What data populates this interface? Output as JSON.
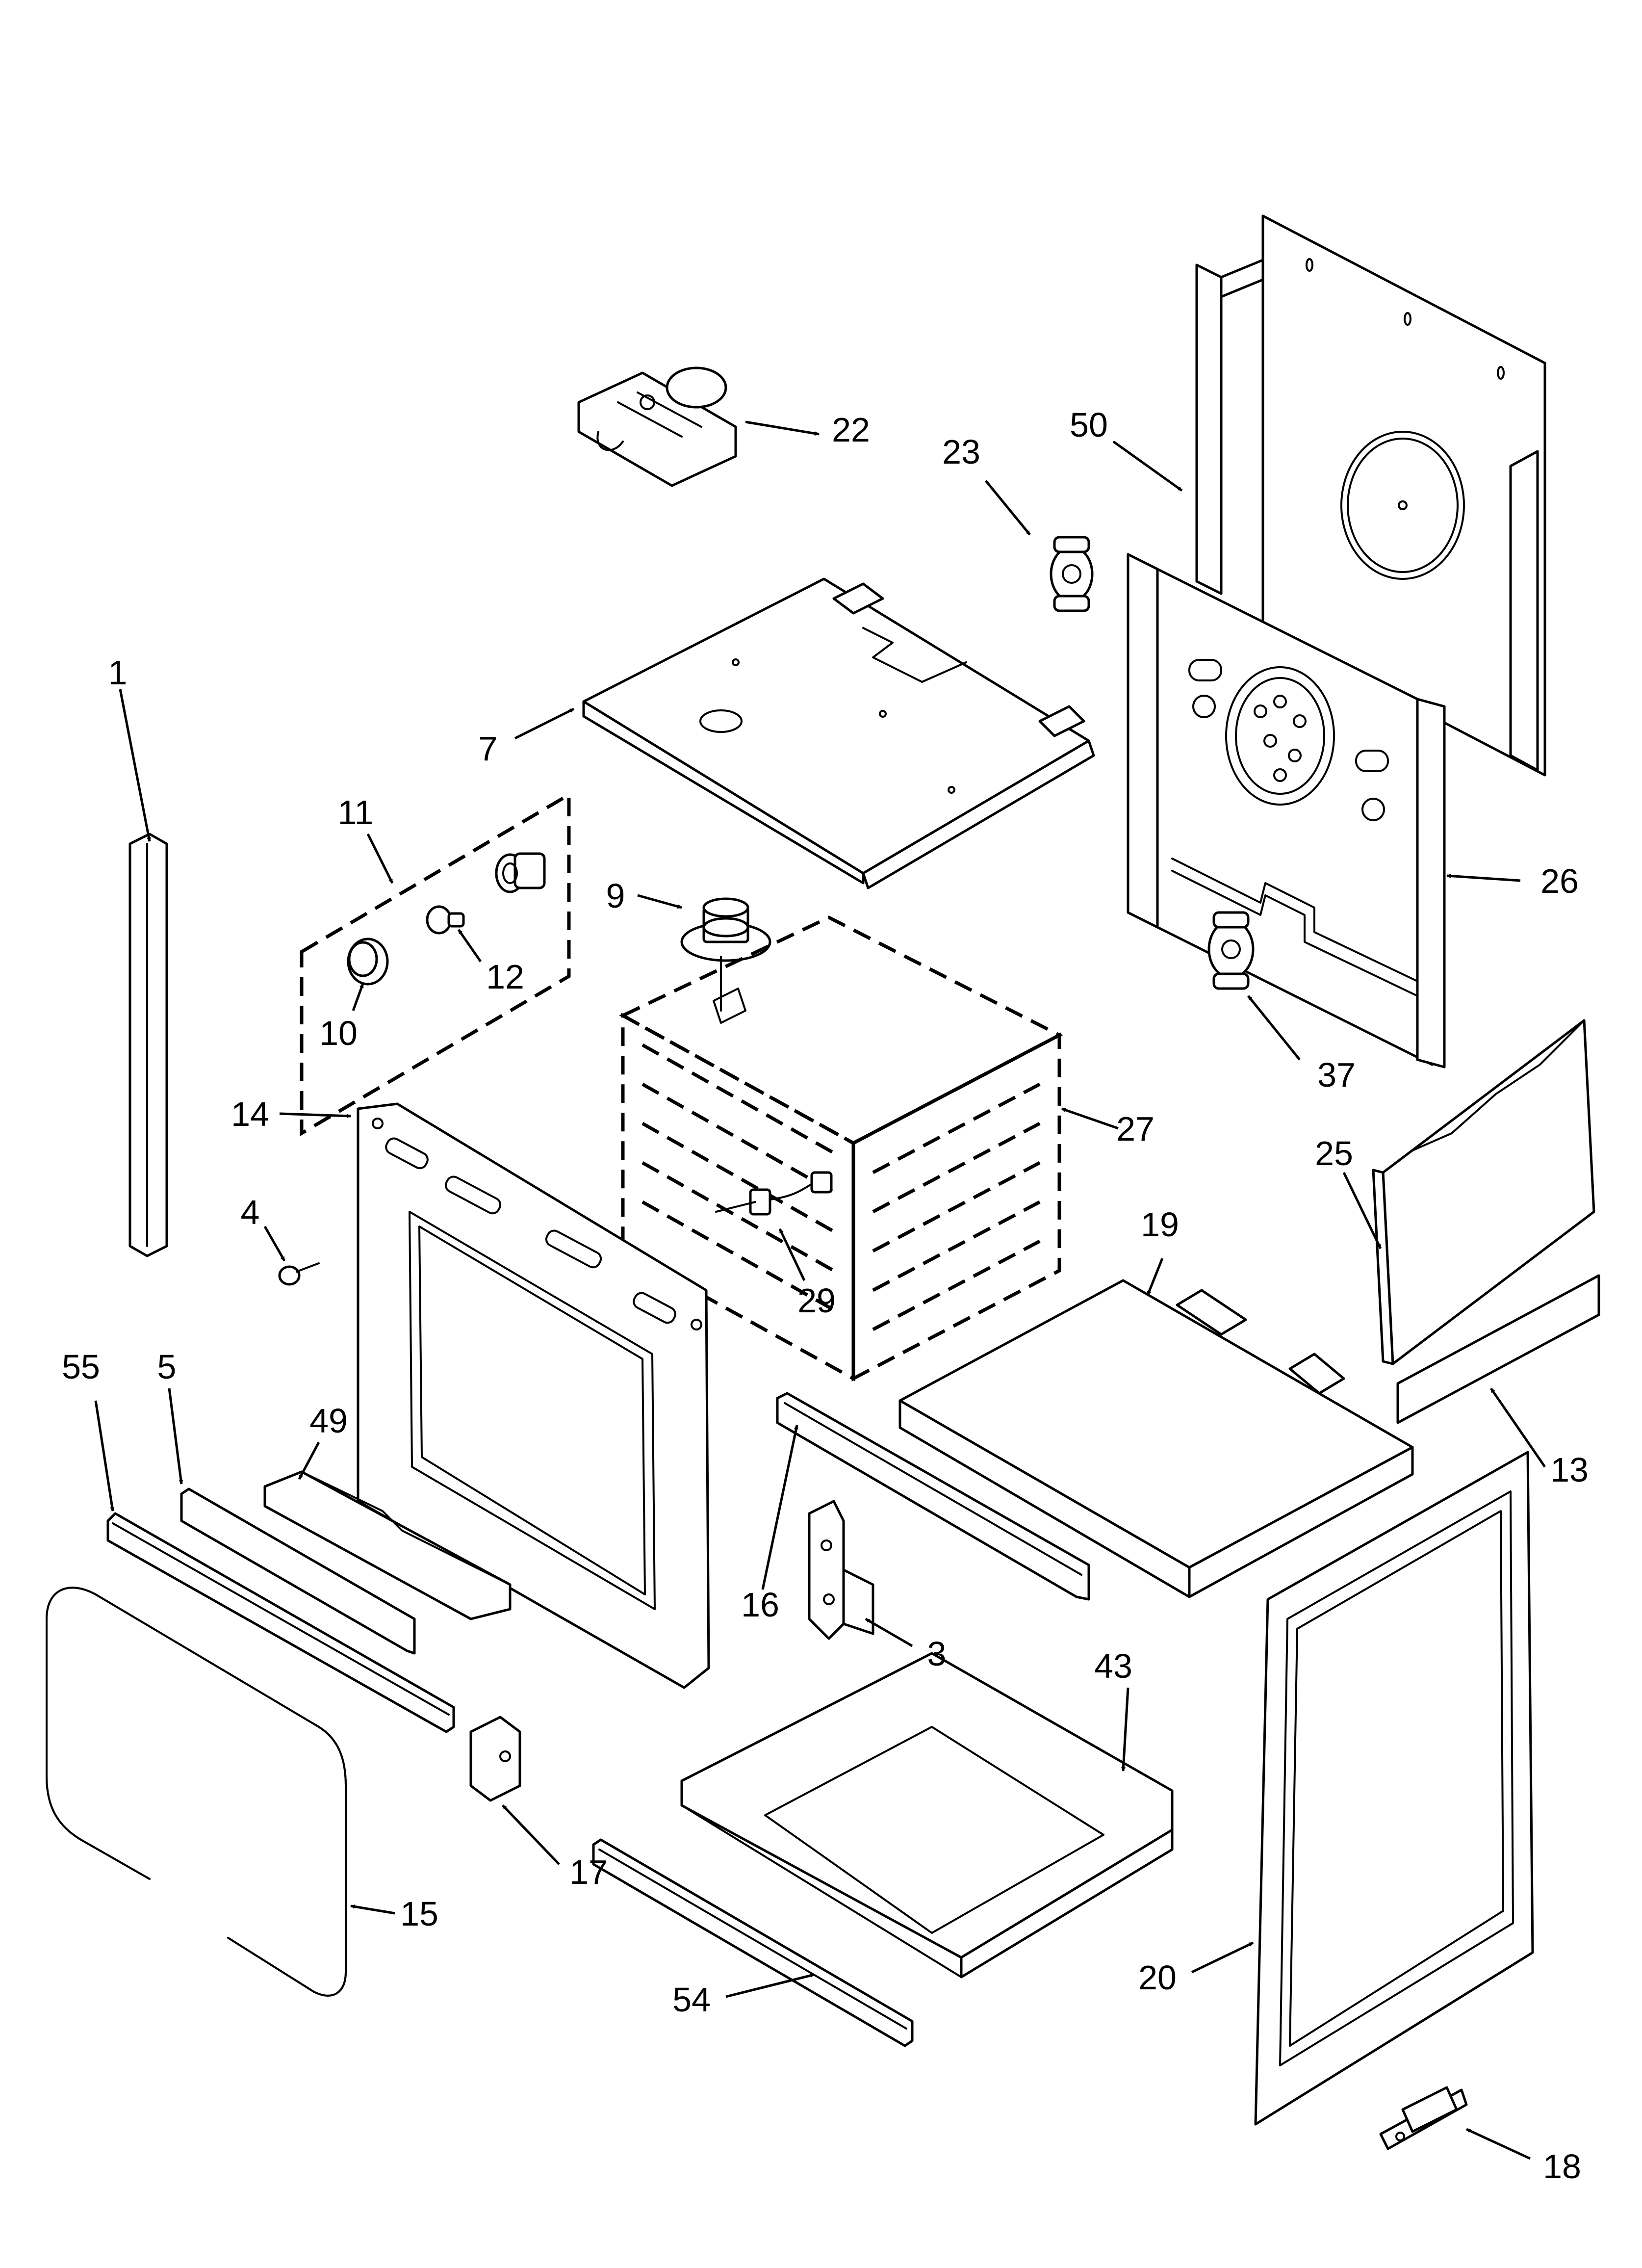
{
  "diagram": {
    "type": "exploded-parts-view",
    "callouts": [
      {
        "id": "1",
        "label": "1"
      },
      {
        "id": "3",
        "label": "3"
      },
      {
        "id": "4",
        "label": "4"
      },
      {
        "id": "5",
        "label": "5"
      },
      {
        "id": "7",
        "label": "7"
      },
      {
        "id": "9",
        "label": "9"
      },
      {
        "id": "10",
        "label": "10"
      },
      {
        "id": "11",
        "label": "11"
      },
      {
        "id": "12",
        "label": "12"
      },
      {
        "id": "13",
        "label": "13"
      },
      {
        "id": "14",
        "label": "14"
      },
      {
        "id": "15",
        "label": "15"
      },
      {
        "id": "16",
        "label": "16"
      },
      {
        "id": "17",
        "label": "17"
      },
      {
        "id": "18",
        "label": "18"
      },
      {
        "id": "19",
        "label": "19"
      },
      {
        "id": "20",
        "label": "20"
      },
      {
        "id": "22",
        "label": "22"
      },
      {
        "id": "23",
        "label": "23"
      },
      {
        "id": "25",
        "label": "25"
      },
      {
        "id": "26",
        "label": "26"
      },
      {
        "id": "27",
        "label": "27"
      },
      {
        "id": "29",
        "label": "29"
      },
      {
        "id": "37",
        "label": "37"
      },
      {
        "id": "43",
        "label": "43"
      },
      {
        "id": "49",
        "label": "49"
      },
      {
        "id": "50",
        "label": "50"
      },
      {
        "id": "54",
        "label": "54"
      },
      {
        "id": "55",
        "label": "55"
      }
    ]
  }
}
